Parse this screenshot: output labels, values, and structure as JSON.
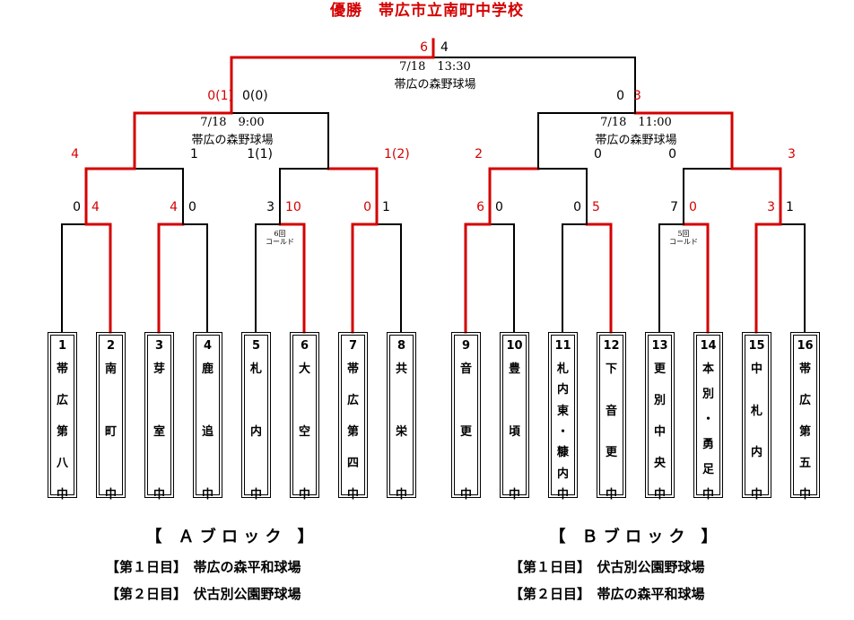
{
  "title": "優勝　帯広市立南町中学校",
  "teams": [
    {
      "seed": "1",
      "name": [
        "帯",
        "広",
        "第",
        "八",
        "中"
      ]
    },
    {
      "seed": "2",
      "name": [
        "南",
        "町",
        "中"
      ]
    },
    {
      "seed": "3",
      "name": [
        "芽",
        "室",
        "中"
      ]
    },
    {
      "seed": "4",
      "name": [
        "鹿",
        "追",
        "中"
      ]
    },
    {
      "seed": "5",
      "name": [
        "札",
        "内",
        "中"
      ]
    },
    {
      "seed": "6",
      "name": [
        "大",
        "空",
        "中"
      ]
    },
    {
      "seed": "7",
      "name": [
        "帯",
        "広",
        "第",
        "四",
        "中"
      ]
    },
    {
      "seed": "8",
      "name": [
        "共",
        "栄",
        "中"
      ]
    },
    {
      "seed": "9",
      "name": [
        "音",
        "更",
        "中"
      ]
    },
    {
      "seed": "10",
      "name": [
        "豊",
        "頃",
        "中"
      ]
    },
    {
      "seed": "11",
      "name": [
        "札",
        "内",
        "東",
        "・",
        "糠",
        "内",
        "中"
      ]
    },
    {
      "seed": "12",
      "name": [
        "下",
        "音",
        "更",
        "中"
      ]
    },
    {
      "seed": "13",
      "name": [
        "更",
        "別",
        "中",
        "央",
        "中"
      ]
    },
    {
      "seed": "14",
      "name": [
        "本",
        "別",
        "・",
        "勇",
        "足",
        "中"
      ]
    },
    {
      "seed": "15",
      "name": [
        "中",
        "札",
        "内",
        "中"
      ]
    },
    {
      "seed": "16",
      "name": [
        "帯",
        "広",
        "第",
        "五",
        "中"
      ]
    }
  ],
  "round1_scores": [
    "0",
    "4",
    "4",
    "0",
    "3",
    "10",
    "0",
    "1",
    "6",
    "0",
    "0",
    "5",
    "7",
    "0",
    "3",
    "1"
  ],
  "round1_winner_is_right": [
    true,
    false,
    true,
    false,
    false,
    true,
    true,
    false
  ],
  "called_game": [
    {
      "innings": "6回",
      "label": "コールド"
    },
    {
      "innings": "5回",
      "label": "コールド"
    }
  ],
  "round2_scores": [
    "4",
    "1",
    "1(1)",
    "1(2)",
    "2",
    "0",
    "0",
    "3"
  ],
  "round2_winner_is_right": [
    false,
    true,
    false,
    true
  ],
  "semifinal_scores": [
    "0(1)",
    "0(0)",
    "0",
    "3"
  ],
  "semifinal_winner_is_right": [
    false,
    true
  ],
  "final_scores": [
    "6",
    "4"
  ],
  "final_winner_is_right": false,
  "games": {
    "final": {
      "time": "7/18　13:30",
      "venue": "帯広の森野球場"
    },
    "semi_a": {
      "time": "7/18　9:00",
      "venue": "帯広の森野球場"
    },
    "semi_b": {
      "time": "7/18　11:00",
      "venue": "帯広の森野球場"
    }
  },
  "blocks": [
    {
      "title": "【　Ａ ブ ロ ッ ク　】",
      "day1": "【第１日目】　帯広の森平和球場",
      "day2": "【第２日目】　伏古別公園野球場"
    },
    {
      "title": "【　Ｂ ブ ロ ッ ク　】",
      "day1": "【第１日目】　伏古別公園野球場",
      "day2": "【第２日目】　帯広の森平和球場"
    }
  ],
  "colors": {
    "winner_line": "#d40000",
    "line": "#000000",
    "winner_text": "#d40000"
  }
}
